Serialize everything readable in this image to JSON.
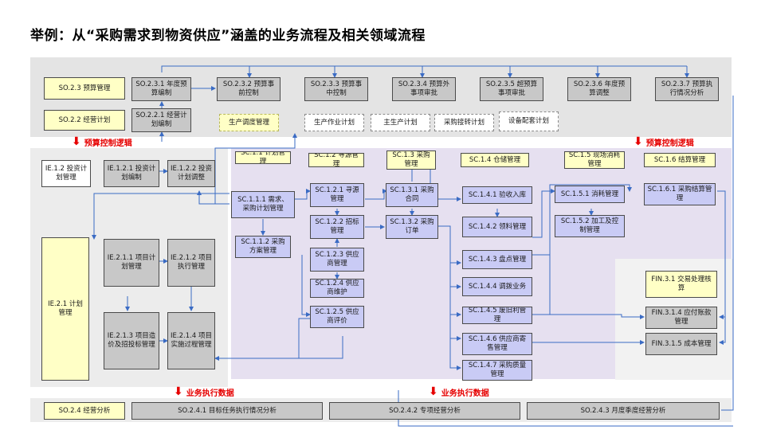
{
  "title": "举例：从“采购需求到物资供应”涵盖的业务流程及相关领域流程",
  "colors": {
    "line": "#3a6bc4",
    "red": "#e60000",
    "gray_box": "#c8c8c8",
    "yellow_box": "#ffffc6",
    "blue_box": "#c9cbf5",
    "purple_bg": "#e6e0f0"
  },
  "so23": {
    "label": "SO.2.3 预算管理",
    "items": [
      "SO.2.3.1 年度预算编制",
      "SO.2.3.2 预算事前控制",
      "SO.2.3.3 预算事中控制",
      "SO.2.3.4 预算外事项审批",
      "SO.2.3.5 超预算事项审批",
      "SO.2.3.6 年度预算调整",
      "SO.2.3.7 预算执行情况分析"
    ]
  },
  "so22": {
    "label": "SO.2.2 经营计划",
    "item": "SO.2.2.1 经营计划编制"
  },
  "plans": [
    "生产调度管理",
    "生产作业计划",
    "主生产计划",
    "采购接转计划",
    "设备配套计划"
  ],
  "flags": {
    "budget_left": "预算控制逻辑",
    "budget_right": "预算控制逻辑",
    "exec_left": "业务执行数据",
    "exec_right": "业务执行数据"
  },
  "ie": {
    "ie12": "IE.1.2 投资计划管理",
    "ie121": "IE.1.2.1 投资计划编制",
    "ie122": "IE.1.2.2 投资计划调整",
    "ie21": "IE.2.1 计划管理",
    "ie211": "IE.2.1.1 项目计划管理",
    "ie212": "IE.2.1.2 项目执行管理",
    "ie213": "IE.2.1.3 项目造价及招投标管理",
    "ie214": "IE.2.1.4 项目实施过程管理"
  },
  "sc": {
    "headers": [
      "SC.1.1 计划管理",
      "SC.1.2 寻源管理",
      "SC.1.3 采购管理",
      "SC.1.4 仓储管理",
      "SC.1.5 现场消耗管理",
      "SC.1.6 结算管理"
    ],
    "sc111": "SC.1.1.1 需求、采购计划管理",
    "sc112": "SC.1.1.2 采购方案管理",
    "sc121": "SC.1.2.1 寻源管理",
    "sc122": "SC.1.2.2 招标管理",
    "sc123": "SC.1.2.3 供应商管理",
    "sc124": "SC.1.2.4 供应商维护",
    "sc125": "SC.1.2.5 供应商评价",
    "sc131": "SC.1.3.1 采购合同",
    "sc132": "SC.1.3.2 采购订单",
    "sc141": "SC.1.4.1 验收入库",
    "sc142": "SC.1.4.2 领料管理",
    "sc143": "SC.1.4.3 盘点管理",
    "sc144": "SC.1.4.4 调拨业务",
    "sc145": "SC.1.4.5 废旧利管理",
    "sc146": "SC.1.4.6 供应商寄售管理",
    "sc147": "SC.1.4.7 采购质量管理",
    "sc151": "SC.1.5.1 消耗管理",
    "sc152": "SC.1.5.2 加工及控制管理",
    "sc161": "SC.1.6.1 采购结算管理"
  },
  "fin": {
    "fin31": "FIN.3.1 交易处理核算",
    "fin314": "FIN.3.1.4 应付账款管理",
    "fin315": "FIN.3.1.5 成本管理"
  },
  "so24": {
    "label": "SO.2.4 经营分析",
    "items": [
      "SO.2.4.1 目标任务执行情况分析",
      "SO.2.4.2 专项经营分析",
      "SO.2.4.3 月度季度经营分析"
    ]
  }
}
